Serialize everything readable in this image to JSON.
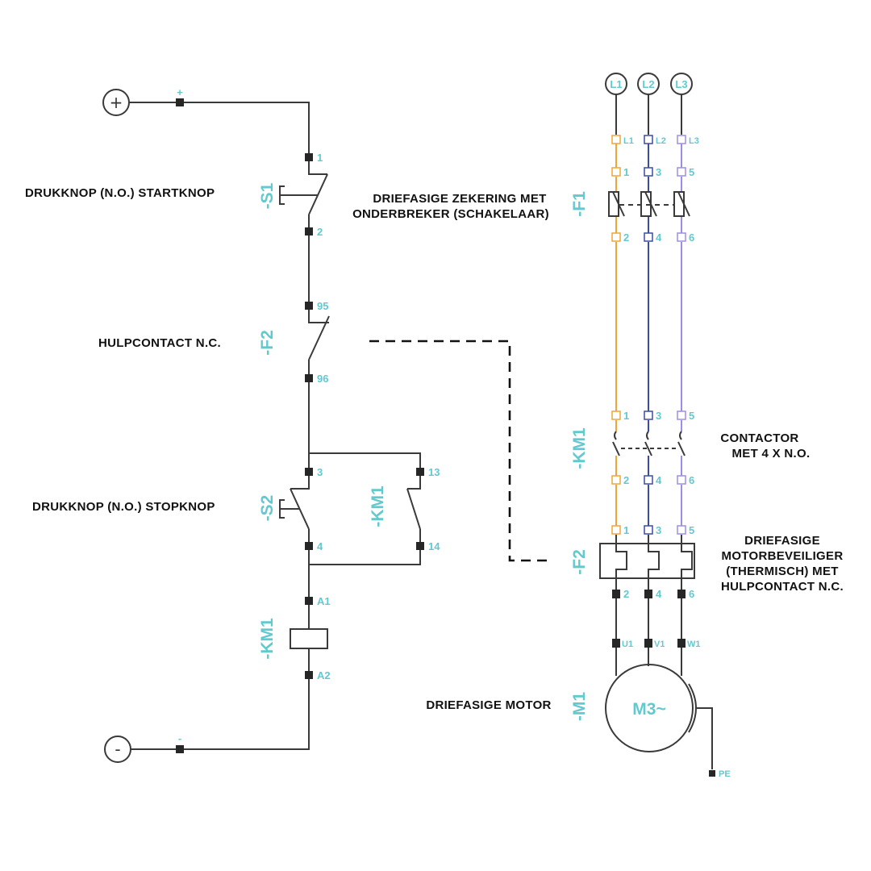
{
  "colors": {
    "wire": "#3a3a3a",
    "label_cyan": "#62c9cf",
    "phase_l1": "#f0a537",
    "phase_l2": "#3a4ca8",
    "phase_l3": "#9b8ee6"
  },
  "control": {
    "plus_symbol": "+",
    "minus_symbol": "-",
    "plus_label": "+",
    "minus_label": "-",
    "s1_tag": "-S1",
    "s1_t1": "1",
    "s1_t2": "2",
    "s1_desc": "DRUKKNOP (N.O.) STARTKNOP",
    "f2_tag": "-F2",
    "f2_t1": "95",
    "f2_t2": "96",
    "f2_desc": "HULPCONTACT N.C.",
    "s2_tag": "-S2",
    "s2_t1": "3",
    "s2_t2": "4",
    "s2_desc": "DRUKKNOP (N.O.) STOPKNOP",
    "km1_aux_tag": "-KM1",
    "km1_aux_t1": "13",
    "km1_aux_t2": "14",
    "km1_coil_tag": "-KM1",
    "km1_coil_t1": "A1",
    "km1_coil_t2": "A2"
  },
  "power": {
    "phases": [
      "L1",
      "L2",
      "L3"
    ],
    "supply_terminals": [
      "L1",
      "L2",
      "L3"
    ],
    "f1_tag": "-F1",
    "f1_in": [
      "1",
      "3",
      "5"
    ],
    "f1_out": [
      "2",
      "4",
      "6"
    ],
    "f1_desc_line1": "DRIEFASIGE ZEKERING MET",
    "f1_desc_line2": "ONDERBREKER (SCHAKELAAR)",
    "km1_tag": "-KM1",
    "km1_in": [
      "1",
      "3",
      "5"
    ],
    "km1_out": [
      "2",
      "4",
      "6"
    ],
    "km1_desc_line1": "CONTACTOR",
    "km1_desc_line2": "MET 4 X N.O.",
    "f2_tag": "-F2",
    "f2_in": [
      "1",
      "3",
      "5"
    ],
    "f2_out": [
      "2",
      "4",
      "6"
    ],
    "f2_desc_line1": "DRIEFASIGE",
    "f2_desc_line2": "MOTORBEVEILIGER",
    "f2_desc_line3": "(THERMISCH) MET",
    "f2_desc_line4": "HULPCONTACT N.C.",
    "motor_terminals": [
      "U1",
      "V1",
      "W1"
    ],
    "motor_tag": "-M1",
    "motor_symbol": "M3~",
    "motor_desc": "DRIEFASIGE MOTOR",
    "pe_label": "PE"
  }
}
